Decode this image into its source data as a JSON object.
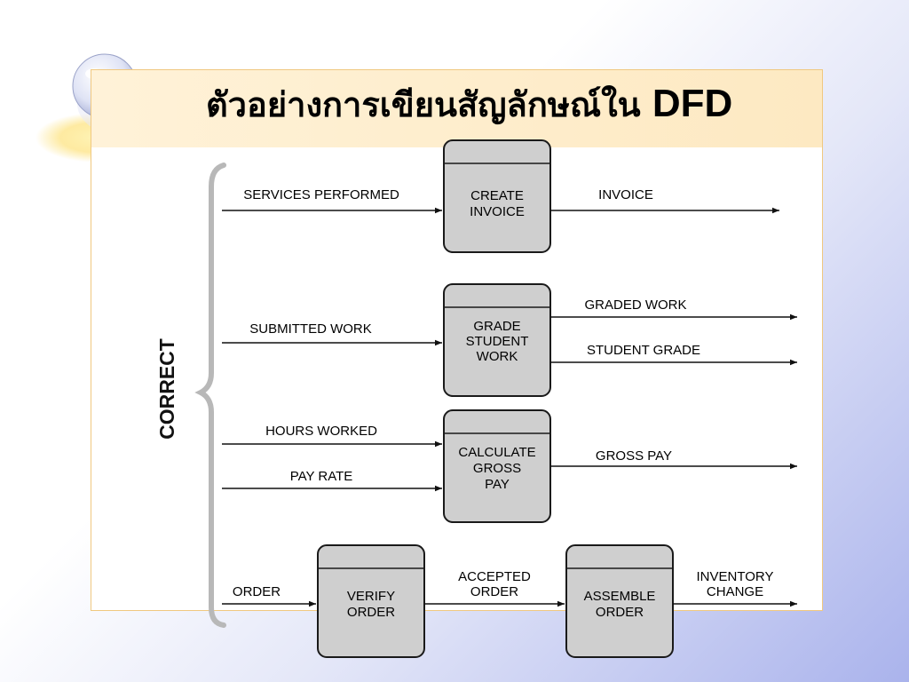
{
  "title": "ตัวอย่างการเขียนสัญลักษณ์ใน",
  "title_suffix": "DFD",
  "bracket_label": "CORRECT",
  "processes": {
    "create_invoice": [
      "CREATE",
      "INVOICE"
    ],
    "grade_student_work": [
      "GRADE",
      "STUDENT",
      "WORK"
    ],
    "calculate_gross_pay": [
      "CALCULATE",
      "GROSS",
      "PAY"
    ],
    "verify_order": [
      "VERIFY",
      "ORDER"
    ],
    "assemble_order": [
      "ASSEMBLE",
      "ORDER"
    ]
  },
  "flows": {
    "services_performed": [
      "SERVICES PERFORMED"
    ],
    "invoice": [
      "INVOICE"
    ],
    "submitted_work": [
      "SUBMITTED WORK"
    ],
    "graded_work": [
      "GRADED WORK"
    ],
    "student_grade": [
      "STUDENT GRADE"
    ],
    "hours_worked": [
      "HOURS WORKED"
    ],
    "pay_rate": [
      "PAY RATE"
    ],
    "gross_pay": [
      "GROSS PAY"
    ],
    "order": [
      "ORDER"
    ],
    "accepted_order": [
      "ACCEPTED",
      "ORDER"
    ],
    "inventory_change": [
      "INVENTORY",
      "CHANGE"
    ]
  },
  "colors": {
    "process_fill": "#cfcfcf",
    "process_stroke": "#1a1a1a",
    "arrow": "#111111",
    "bracket": "#b8b8b8"
  }
}
